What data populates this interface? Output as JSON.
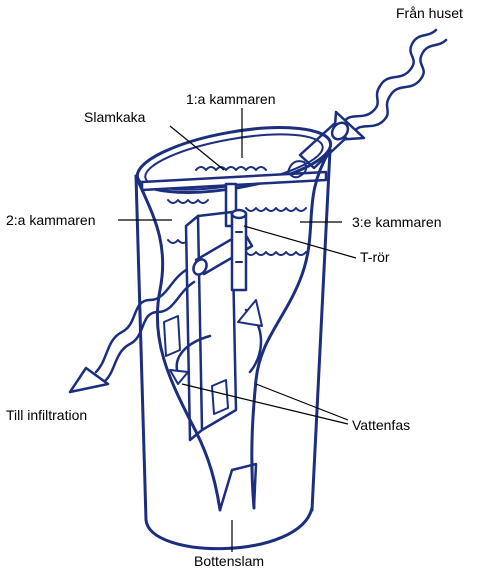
{
  "labels": {
    "from_house": "Från huset",
    "chamber_1": "1:a kammaren",
    "sludge_cake": "Slamkaka",
    "chamber_2": "2:a kammaren",
    "chamber_3": "3:e kammaren",
    "t_pipe": "T-rör",
    "to_infiltration": "Till infiltration",
    "water_phase": "Vattenfas",
    "bottom_sludge": "Bottenslam"
  },
  "colors": {
    "ink": "#1c2e7e",
    "text": "#000000",
    "background": "#ffffff"
  }
}
